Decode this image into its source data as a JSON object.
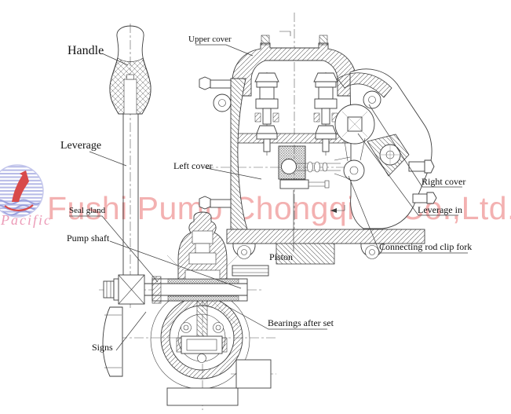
{
  "watermark": {
    "company": "Fushi Pump Chongqing Co.,Ltd.",
    "logo_text": "Pacific"
  },
  "colors": {
    "watermark": "#f19e9e",
    "logo_blue": "#b7bbe7",
    "logo_red": "#d84a4a",
    "logo_text_pink": "#ec9cb8",
    "line": "#3d3d3d"
  },
  "labels": {
    "handle": "Handle",
    "upper_cover": "Upper cover",
    "leverage": "Leverage",
    "left_cover": "Left cover",
    "right_cover": "Right cover",
    "leverage_in": "Leverage in",
    "seal_gland": "Seal gland",
    "pump_shaft": "Pump shaft",
    "piston": "Piston",
    "connecting_rod_clip_fork": "Connecting rod clip fork",
    "bearings_after_set": "Bearings after set",
    "signs": "Signs"
  }
}
